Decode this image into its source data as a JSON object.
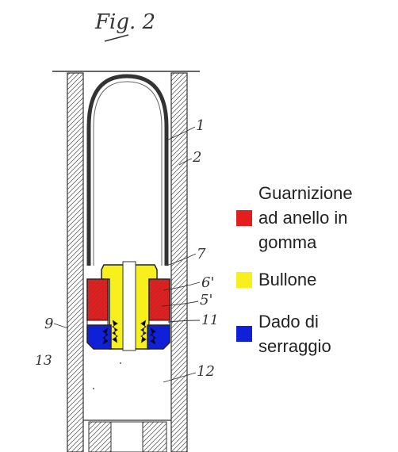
{
  "figure": {
    "title": "Fig. 2",
    "ref_numbers": [
      "1",
      "2",
      "7",
      "6'",
      "5'",
      "11",
      "9",
      "13",
      "12"
    ]
  },
  "legend": {
    "items": [
      {
        "name": "Guarnizione ad anello in gomma",
        "lines": [
          "Guarnizione",
          "ad anello in",
          "gomma"
        ],
        "color": "#e41e1e"
      },
      {
        "name": "Bullone",
        "lines": [
          "Bullone"
        ],
        "color": "#f7f01c"
      },
      {
        "name": "Dado di serraggio",
        "lines": [
          "Dado di",
          "serraggio"
        ],
        "color": "#1020d8"
      }
    ]
  }
}
